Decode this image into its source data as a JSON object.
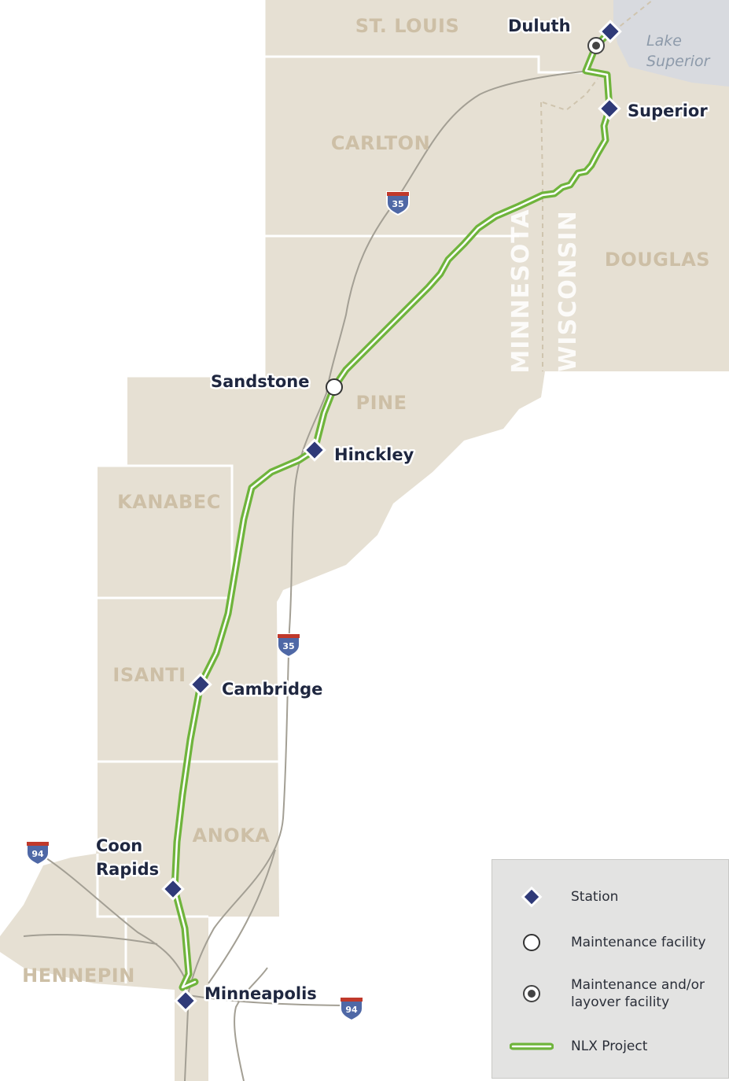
{
  "colors": {
    "land": "#e6e0d3",
    "county_line": "#ffffff",
    "state_line": "#cfc4ae",
    "water": "#d8dadf",
    "nlx_route": "#6fb43c",
    "station": "#2f3a78",
    "highway": "#a39f94",
    "interstate_shield": "#4f68a6"
  },
  "counties": {
    "st_louis": "ST. LOUIS",
    "carlton": "CARLTON",
    "douglas": "DOUGLAS",
    "pine": "PINE",
    "kanabec": "KANABEC",
    "isanti": "ISANTI",
    "anoka": "ANOKA",
    "hennepin": "HENNEPIN"
  },
  "states": {
    "minnesota": "MINNESOTA",
    "wisconsin": "WISCONSIN"
  },
  "water": {
    "lake_line1": "Lake",
    "lake_line2": "Superior"
  },
  "cities": {
    "duluth": "Duluth",
    "superior": "Superior",
    "sandstone": "Sandstone",
    "hinckley": "Hinckley",
    "cambridge": "Cambridge",
    "coon_rapids_line1": "Coon",
    "coon_rapids_line2": "Rapids",
    "minneapolis": "Minneapolis"
  },
  "highways": {
    "i35_north": "35",
    "i35_south": "35",
    "i94_west": "94",
    "i94_east": "94"
  },
  "legend": {
    "items": [
      {
        "icon": "station-diamond-icon",
        "label": "Station"
      },
      {
        "icon": "maintenance-circle-icon",
        "label": "Maintenance facility"
      },
      {
        "icon": "layover-circle-icon",
        "label": "Maintenance and/or\nlayover facility"
      },
      {
        "icon": "nlx-route-line-icon",
        "label": "NLX Project"
      }
    ]
  }
}
